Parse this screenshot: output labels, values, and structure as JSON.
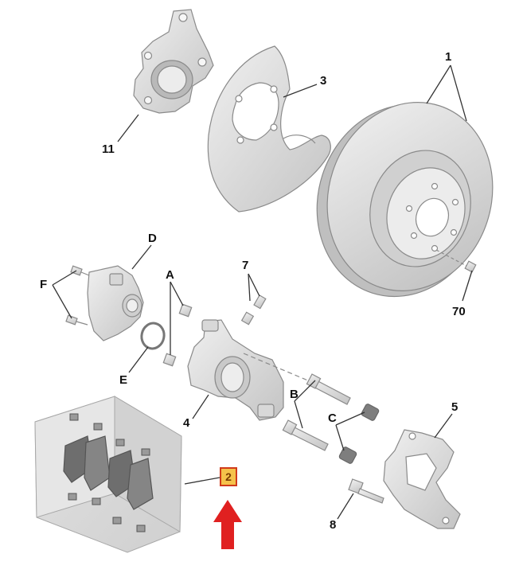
{
  "callouts": {
    "c1": "1",
    "c3": "3",
    "c11": "11",
    "cD": "D",
    "cF": "F",
    "cA": "A",
    "c7": "7",
    "c70": "70",
    "cE": "E",
    "c4": "4",
    "cB": "B",
    "c5": "5",
    "cC": "C",
    "c2": "2",
    "c8": "8"
  },
  "colors": {
    "highlight_fill": "#f5c24a",
    "highlight_border": "#d03a1a",
    "arrow": "#e02020",
    "part_fill": "#dcdcdc",
    "part_stroke": "#8a8a8a"
  },
  "icons": {
    "pointer": "red-up-arrow"
  }
}
